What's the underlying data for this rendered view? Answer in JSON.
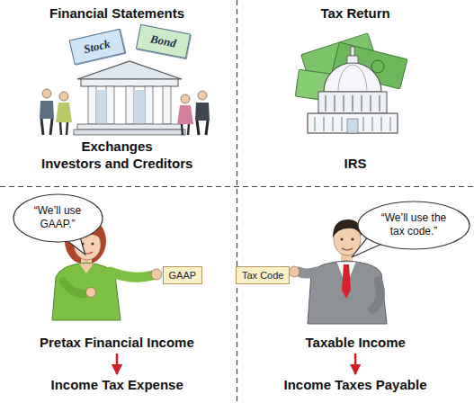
{
  "diagram": {
    "nodes": [
      {
        "text": [
          "Stock"
        ]
      },
      {
        "text": [
          "Bond"
        ]
      },
      {
        "text": [
          "“We’ll use GAAP.”"
        ]
      },
      {
        "text": [
          "GAAP"
        ]
      },
      {
        "text": [
          "Tax Code"
        ]
      },
      {
        "text": [
          "“We’ll use the tax code.”"
        ]
      },
      {
        "text": [
          "Pretax Financial Income"
        ]
      },
      {
        "text": [
          "Taxable Income"
        ]
      },
      {
        "text": [
          "Income Tax Expense"
        ]
      },
      {
        "text": [
          "Income Taxes Payable"
        ]
      }
    ],
    "edges": [
      {
        "from": 6,
        "to": 8,
        "arrow": "to"
      },
      {
        "from": 7,
        "to": 9,
        "arrow": "to"
      }
    ],
    "labels": [
      "Financial Statements",
      "Tax Return",
      "Exchanges",
      "Investors and Creditors",
      "IRS"
    ]
  }
}
